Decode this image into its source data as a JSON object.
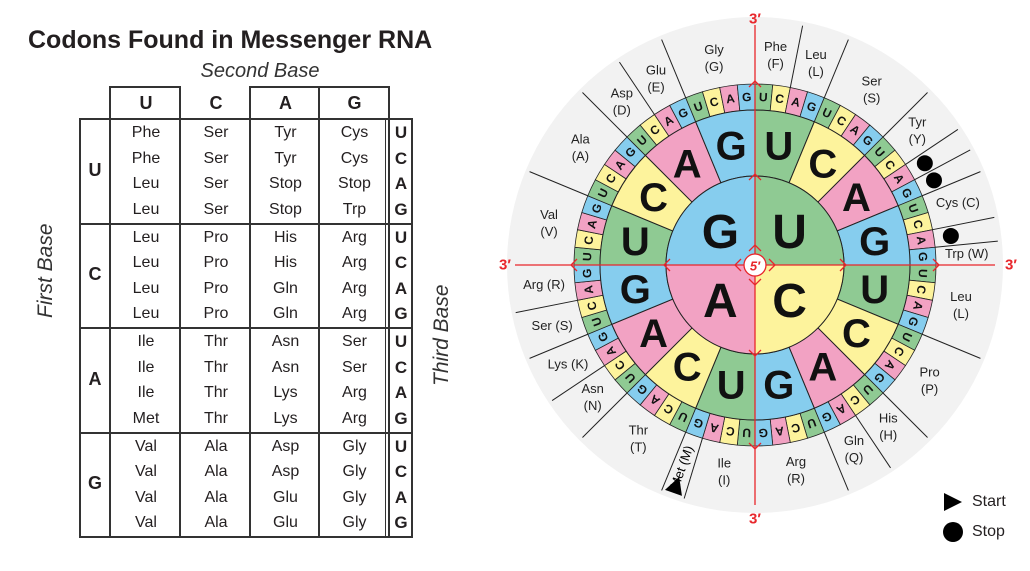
{
  "table": {
    "title": "Codons Found in Messenger RNA",
    "second_base_label": "Second Base",
    "first_base_label": "First Base",
    "third_base_label": "Third Base",
    "column_headers": [
      "U",
      "C",
      "A",
      "G"
    ],
    "row_headers": [
      "U",
      "C",
      "A",
      "G"
    ],
    "third_base_letters": [
      "U",
      "C",
      "A",
      "G"
    ],
    "rows": [
      {
        "first": "U",
        "cells": [
          [
            "Phe",
            "Phe",
            "Leu",
            "Leu"
          ],
          [
            "Ser",
            "Ser",
            "Ser",
            "Ser"
          ],
          [
            "Tyr",
            "Tyr",
            "Stop",
            "Stop"
          ],
          [
            "Cys",
            "Cys",
            "Stop",
            "Trp"
          ]
        ]
      },
      {
        "first": "C",
        "cells": [
          [
            "Leu",
            "Leu",
            "Leu",
            "Leu"
          ],
          [
            "Pro",
            "Pro",
            "Pro",
            "Pro"
          ],
          [
            "His",
            "His",
            "Gln",
            "Gln"
          ],
          [
            "Arg",
            "Arg",
            "Arg",
            "Arg"
          ]
        ]
      },
      {
        "first": "A",
        "cells": [
          [
            "Ile",
            "Ile",
            "Ile",
            "Met"
          ],
          [
            "Thr",
            "Thr",
            "Thr",
            "Thr"
          ],
          [
            "Asn",
            "Asn",
            "Lys",
            "Lys"
          ],
          [
            "Ser",
            "Ser",
            "Arg",
            "Arg"
          ]
        ]
      },
      {
        "first": "G",
        "cells": [
          [
            "Val",
            "Val",
            "Val",
            "Val"
          ],
          [
            "Ala",
            "Ala",
            "Ala",
            "Ala"
          ],
          [
            "Asp",
            "Asp",
            "Glu",
            "Glu"
          ],
          [
            "Gly",
            "Gly",
            "Gly",
            "Gly"
          ]
        ]
      }
    ]
  },
  "wheel": {
    "center_label": "5′",
    "end_label": "3′",
    "quadrants": [
      "U",
      "C",
      "A",
      "G"
    ],
    "bases": [
      "U",
      "C",
      "A",
      "G"
    ],
    "base_colors": {
      "U": "#8fca93",
      "C": "#fdf39c",
      "A": "#f2a2c3",
      "G": "#86cdee"
    },
    "outer_color": "#f2f2f2",
    "accent_color": "#e8262b",
    "amino_acids": [
      {
        "label": "Phe (F)",
        "lines": [
          "Phe",
          "(F)"
        ],
        "from": 0,
        "to": 2
      },
      {
        "label": "Leu (L)",
        "lines": [
          "Leu",
          "(L)"
        ],
        "from": 2,
        "to": 4
      },
      {
        "label": "Ser (S)",
        "lines": [
          "Ser",
          "(S)"
        ],
        "from": 4,
        "to": 8
      },
      {
        "label": "Tyr (Y)",
        "lines": [
          "Tyr",
          "(Y)"
        ],
        "from": 8,
        "to": 10
      },
      {
        "label": "Stop",
        "lines": [],
        "from": 10,
        "to": 11,
        "marker": "stop"
      },
      {
        "label": "Stop",
        "lines": [],
        "from": 11,
        "to": 12,
        "marker": "stop"
      },
      {
        "label": "Cys (C)",
        "lines": [
          "Cys (C)"
        ],
        "from": 12,
        "to": 14
      },
      {
        "label": "Stop",
        "lines": [],
        "from": 14,
        "to": 15,
        "marker": "stop"
      },
      {
        "label": "Trp (W)",
        "lines": [
          "Trp (W)"
        ],
        "from": 15,
        "to": 16
      },
      {
        "label": "Leu (L)",
        "lines": [
          "Leu",
          "(L)"
        ],
        "from": 16,
        "to": 20
      },
      {
        "label": "Pro (P)",
        "lines": [
          "Pro",
          "(P)"
        ],
        "from": 20,
        "to": 24
      },
      {
        "label": "His (H)",
        "lines": [
          "His",
          "(H)"
        ],
        "from": 24,
        "to": 26
      },
      {
        "label": "Gln (Q)",
        "lines": [
          "Gln",
          "(Q)"
        ],
        "from": 26,
        "to": 28
      },
      {
        "label": "Arg (R)",
        "lines": [
          "Arg",
          "(R)"
        ],
        "from": 28,
        "to": 32
      },
      {
        "label": "Ile (I)",
        "lines": [
          "Ile",
          "(I)"
        ],
        "from": 32,
        "to": 35
      },
      {
        "label": "Met (M)",
        "lines": [
          "Met (M)"
        ],
        "from": 35,
        "to": 36,
        "marker": "start"
      },
      {
        "label": "Thr (T)",
        "lines": [
          "Thr",
          "(T)"
        ],
        "from": 36,
        "to": 40
      },
      {
        "label": "Asn (N)",
        "lines": [
          "Asn",
          "(N)"
        ],
        "from": 40,
        "to": 42
      },
      {
        "label": "Lys (K)",
        "lines": [
          "Lys (K)"
        ],
        "from": 42,
        "to": 44
      },
      {
        "label": "Ser (S)",
        "lines": [
          "Ser (S)"
        ],
        "from": 44,
        "to": 46
      },
      {
        "label": "Arg (R)",
        "lines": [
          "Arg (R)"
        ],
        "from": 46,
        "to": 48
      },
      {
        "label": "Val (V)",
        "lines": [
          "Val",
          "(V)"
        ],
        "from": 48,
        "to": 52
      },
      {
        "label": "Ala (A)",
        "lines": [
          "Ala",
          "(A)"
        ],
        "from": 52,
        "to": 56
      },
      {
        "label": "Asp (D)",
        "lines": [
          "Asp",
          "(D)"
        ],
        "from": 56,
        "to": 58
      },
      {
        "label": "Glu (E)",
        "lines": [
          "Glu",
          "(E)"
        ],
        "from": 58,
        "to": 60
      },
      {
        "label": "Gly (G)",
        "lines": [
          "Gly",
          "(G)"
        ],
        "from": 60,
        "to": 64
      }
    ]
  },
  "legend": {
    "start_label": "Start",
    "stop_label": "Stop"
  }
}
